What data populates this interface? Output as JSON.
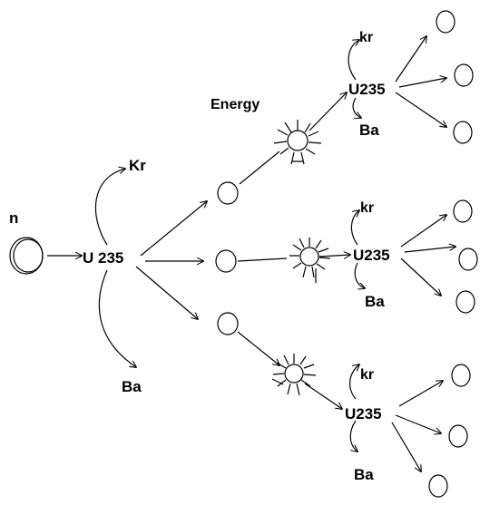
{
  "labels": {
    "neutron": "n",
    "energy": "Energy",
    "u235_main": "U 235",
    "kr_main": "Kr",
    "ba_main": "Ba",
    "u235_top": "U235",
    "kr_top": "kr",
    "ba_top": "Ba",
    "u235_mid": "U235",
    "kr_mid": "kr",
    "ba_mid": "Ba",
    "u235_bot": "U235",
    "kr_bot": "kr",
    "ba_bot": "Ba"
  },
  "colors": {
    "ink": "#000000",
    "background": "#ffffff"
  }
}
